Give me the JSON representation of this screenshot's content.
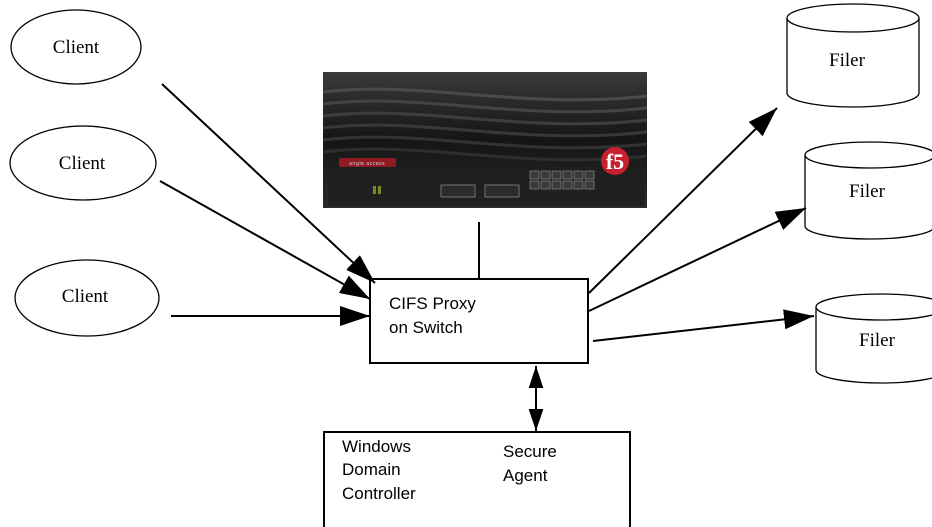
{
  "clients": [
    {
      "label": "Client"
    },
    {
      "label": "Client"
    },
    {
      "label": "Client"
    }
  ],
  "filers": [
    {
      "label": "Filer"
    },
    {
      "label": "Filer"
    },
    {
      "label": "Filer"
    }
  ],
  "proxy": {
    "line1": "CIFS Proxy",
    "line2": "on Switch"
  },
  "controller": {
    "line1": "Windows",
    "line2": "Domain",
    "line3": "Controller",
    "agent_line1": "Secure",
    "agent_line2": "Agent"
  },
  "device": {
    "badge": "angle access",
    "logo": "f5",
    "body_color": "#1c1c1c",
    "accent_color": "#c8202e"
  }
}
